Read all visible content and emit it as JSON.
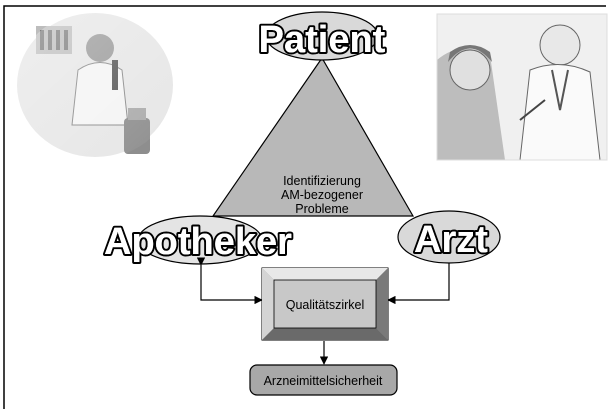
{
  "nodes": {
    "patient": "Patient",
    "apotheker": "Apotheker",
    "arzt": "Arzt"
  },
  "triangle_text": [
    "Identifizierung",
    "AM-bezogener",
    "Probleme"
  ],
  "quality_circle": "Qualitätszirkel",
  "outcome": "Arzneimittelsicherheit",
  "colors": {
    "triangle_fill": "#b8b8b8",
    "box_fill": "#c8c8c8",
    "outcome_fill": "#a8a8a8",
    "ellipse_fill": "#d9d9d9"
  },
  "images": {
    "top_left": "pharmacist-with-lab-glassware-photo",
    "top_right": "doctor-and-patient-illustration"
  }
}
